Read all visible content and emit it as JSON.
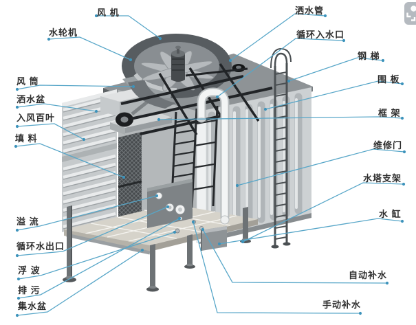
{
  "diagram": {
    "subject": "cooling-tower-structure",
    "background": "#ffffff",
    "leader_line_color": "#57a6c8",
    "leader_dot_color": "#3d93bb",
    "label_text_color": "#2e2e2e"
  },
  "labels": [
    {
      "id": "fan",
      "text": "风 机"
    },
    {
      "id": "water-turbine",
      "text": "水轮机"
    },
    {
      "id": "fan-stack",
      "text": "风 筒"
    },
    {
      "id": "spray-basin",
      "text": "洒水盆"
    },
    {
      "id": "air-inlet-louver",
      "text": "入风百叶"
    },
    {
      "id": "fill-material",
      "text": "填 料"
    },
    {
      "id": "overflow",
      "text": "溢 流"
    },
    {
      "id": "circulating-water-outlet",
      "text": "循环水出口"
    },
    {
      "id": "float-valve",
      "text": "浮 波"
    },
    {
      "id": "drain",
      "text": "排 污"
    },
    {
      "id": "collection-basin",
      "text": "集水盆"
    },
    {
      "id": "spray-pipe",
      "text": "洒水管"
    },
    {
      "id": "circulating-water-inlet",
      "text": "循环入水口"
    },
    {
      "id": "steel-ladder",
      "text": "钢 梯"
    },
    {
      "id": "enclosure-panel",
      "text": "围 板"
    },
    {
      "id": "frame",
      "text": "框 架"
    },
    {
      "id": "access-door",
      "text": "维修门"
    },
    {
      "id": "tower-support",
      "text": "水塔支架"
    },
    {
      "id": "water-tank",
      "text": "水 缸"
    },
    {
      "id": "auto-makeup-water",
      "text": "自动补水"
    },
    {
      "id": "manual-makeup-water",
      "text": "手动补水"
    }
  ],
  "watermark": {
    "icon": "photo-watermark-icon"
  }
}
